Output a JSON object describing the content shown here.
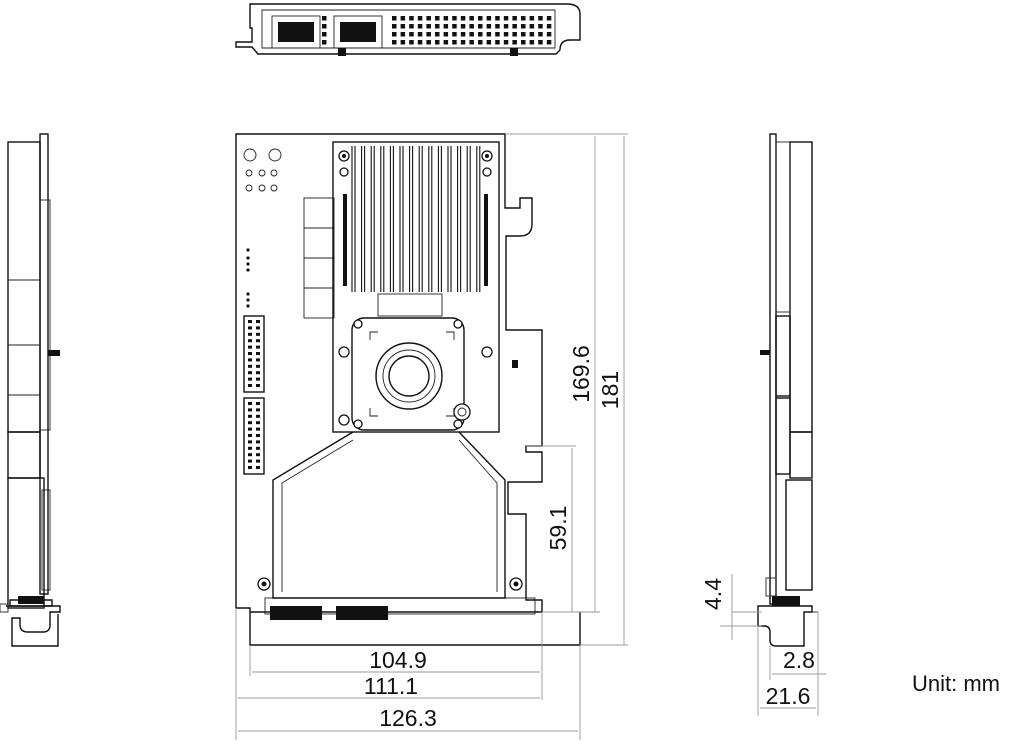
{
  "dimensions": {
    "height_bracket": "169.6",
    "height_total": "181",
    "connector_height": "59.1",
    "width_board": "104.9",
    "width_mid": "111.1",
    "width_total": "126.3",
    "side_offset": "4.4",
    "thickness_pcb": "2.8",
    "depth_total": "21.6"
  },
  "unit_label": "Unit: mm"
}
